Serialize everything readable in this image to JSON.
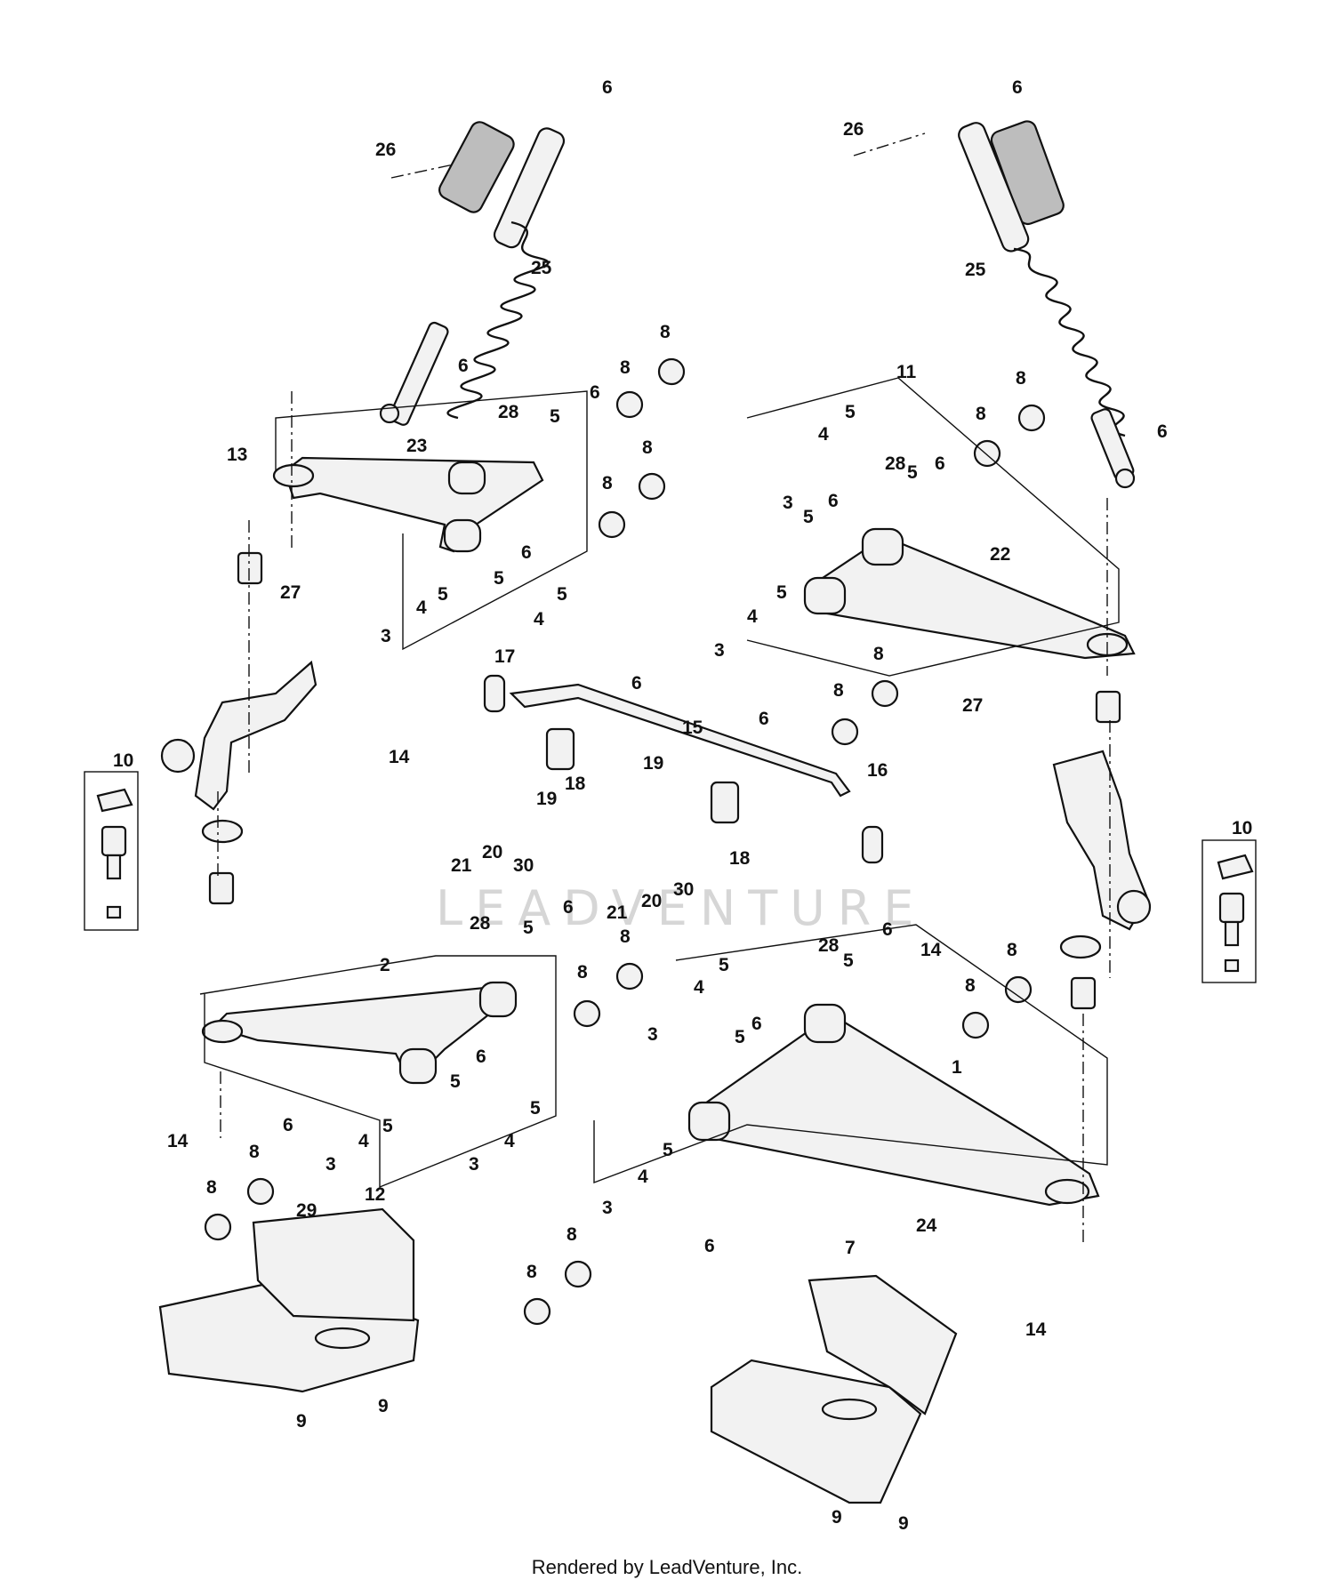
{
  "footer": {
    "text": "Rendered by LeadVenture, Inc."
  },
  "watermark": {
    "text": "LEADVENTURE"
  },
  "diagram": {
    "kind": "exploded parts diagram - front suspension",
    "callouts": [
      "1",
      "2",
      "3",
      "4",
      "5",
      "6",
      "7",
      "8",
      "9",
      "10",
      "11",
      "12",
      "13",
      "14",
      "15",
      "16",
      "17",
      "18",
      "19",
      "20",
      "21",
      "22",
      "23",
      "24",
      "25",
      "26",
      "27",
      "28",
      "29",
      "30"
    ]
  }
}
